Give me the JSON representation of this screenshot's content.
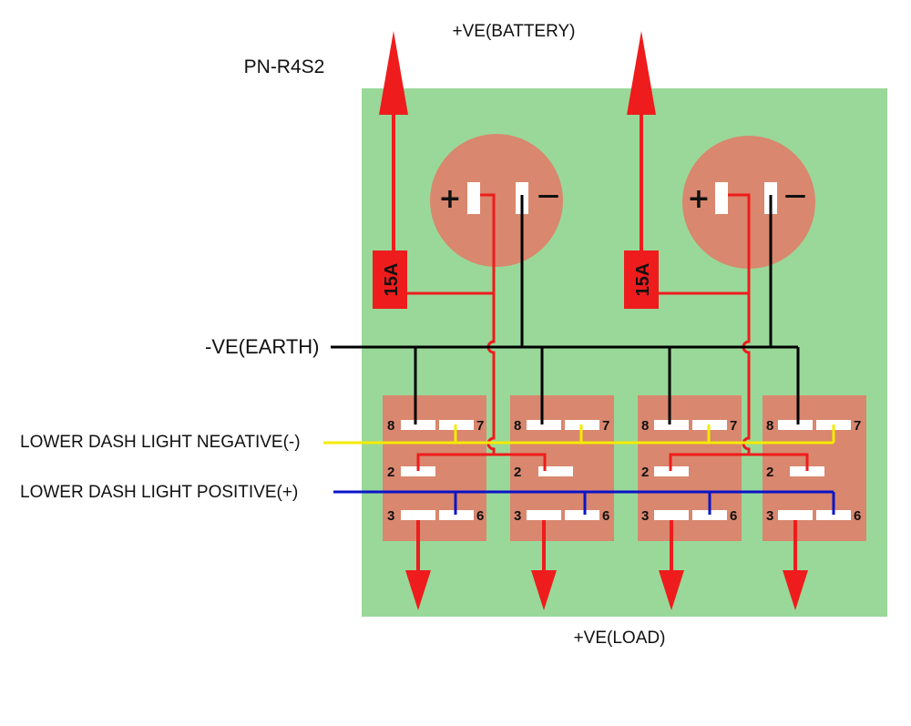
{
  "title": "PN-R4S2",
  "labels": {
    "battery": "+VE(BATTERY)",
    "earth": "-VE(EARTH)",
    "load": "+VE(LOAD)",
    "dash_negative": "LOWER DASH LIGHT NEGATIVE(-)",
    "dash_positive": "LOWER DASH LIGHT POSITIVE(+)"
  },
  "fuses": [
    {
      "rating": "15A"
    },
    {
      "rating": "15A"
    }
  ],
  "sockets": [
    {
      "plus": "+",
      "minus": "—"
    },
    {
      "plus": "+",
      "minus": "—"
    }
  ],
  "switches": [
    {
      "pins": {
        "p8": "8",
        "p7": "7",
        "p2": "2",
        "p3": "3",
        "p6": "6"
      }
    },
    {
      "pins": {
        "p8": "8",
        "p7": "7",
        "p2": "2",
        "p3": "3",
        "p6": "6"
      }
    },
    {
      "pins": {
        "p8": "8",
        "p7": "7",
        "p2": "2",
        "p3": "3",
        "p6": "6"
      }
    },
    {
      "pins": {
        "p8": "8",
        "p7": "7",
        "p2": "2",
        "p3": "3",
        "p6": "6"
      }
    }
  ],
  "colors": {
    "panel": "#99d899",
    "component": "#d9876e",
    "fuse": "#ee1c1c",
    "positive_wire": "#ee1c1c",
    "earth_wire": "#000000",
    "dash_negative_wire": "#f5ea00",
    "dash_positive_wire": "#0a14c8"
  }
}
